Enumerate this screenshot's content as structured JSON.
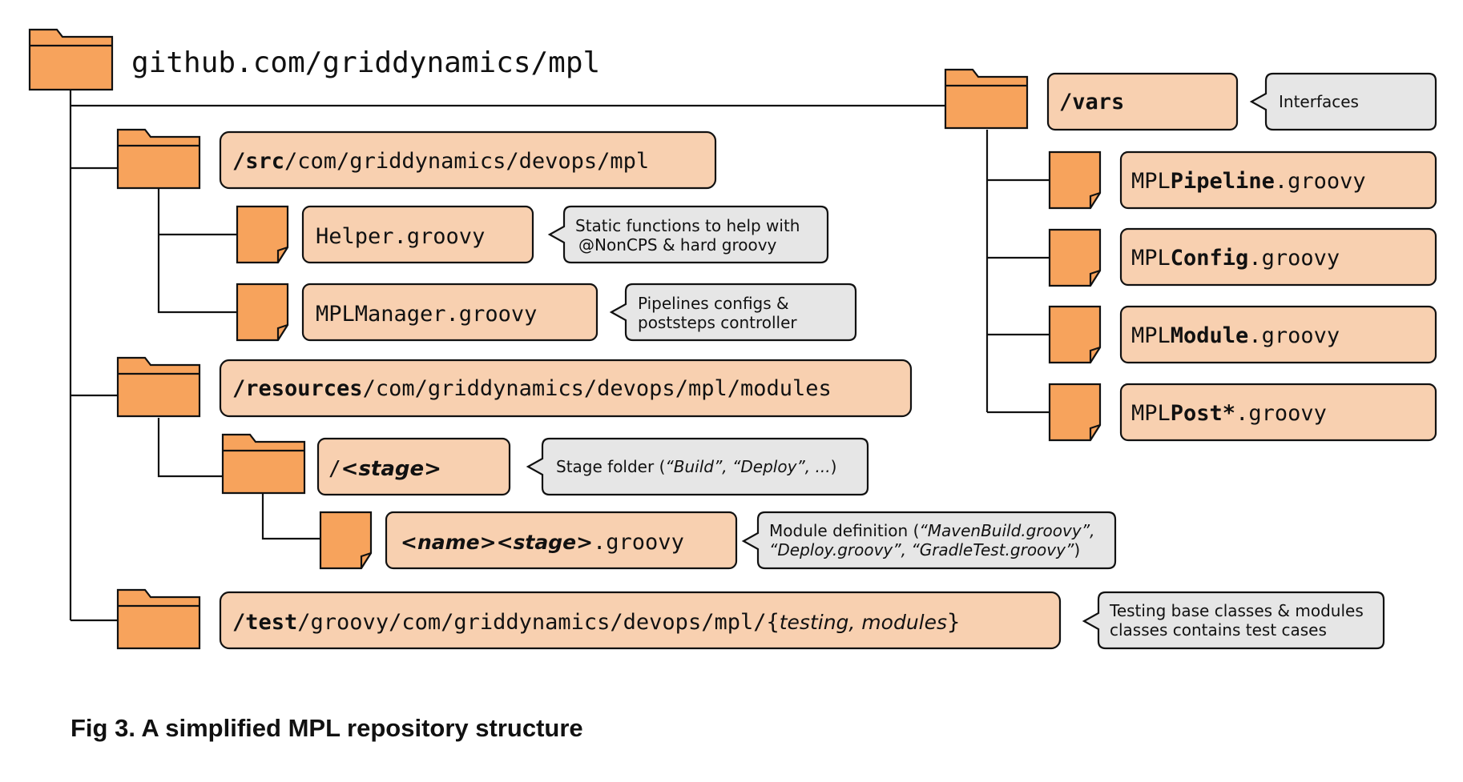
{
  "repo": {
    "title": "github.com/griddynamics/mpl"
  },
  "colors": {
    "folder": "#f7a35c",
    "path_box": "#f8d0b0",
    "note_box": "#e6e6e6",
    "stroke": "#111111"
  },
  "src": {
    "path_bold": "/src",
    "path_rest": "/com/griddynamics/devops/mpl",
    "files": [
      {
        "name": "Helper.groovy",
        "note": [
          "Static functions to help with",
          "@NonCPS & hard groovy"
        ]
      },
      {
        "name": "MPLManager.groovy",
        "note": [
          "Pipelines configs &",
          "poststeps controller"
        ]
      }
    ]
  },
  "resources": {
    "path_bold": "/resources",
    "path_rest": "/com/griddynamics/devops/mpl/modules",
    "stage": {
      "slash": "/",
      "name": "<stage>",
      "note": [
        "Stage folder (",
        "“Build”, “Deploy”, ...",
        ")"
      ]
    },
    "module_file": {
      "part1": "<name>",
      "part2": "<stage>",
      "ext": ".groovy",
      "note_line1": [
        "Module definition (",
        "“MavenBuild.groovy”,"
      ],
      "note_line2": [
        "“Deploy.groovy”, “GradleTest.groovy”",
        ")"
      ]
    }
  },
  "test": {
    "path_bold": "/test",
    "path_rest": "/groovy/com/griddynamics/devops/mpl/{",
    "path_italic": "testing, modules",
    "path_close": "}",
    "note": [
      "Testing base classes & modules",
      "classes contains test cases"
    ]
  },
  "vars": {
    "path": "/vars",
    "note": "Interfaces",
    "files": [
      {
        "prefix": "MPL",
        "bold": "Pipeline",
        "ext": ".groovy"
      },
      {
        "prefix": "MPL",
        "bold": "Config",
        "ext": ".groovy"
      },
      {
        "prefix": "MPL",
        "bold": "Module",
        "ext": ".groovy"
      },
      {
        "prefix": "MPL",
        "bold": "Post*",
        "ext": ".groovy"
      }
    ]
  },
  "caption": "Fig 3. A simplified MPL repository structure"
}
